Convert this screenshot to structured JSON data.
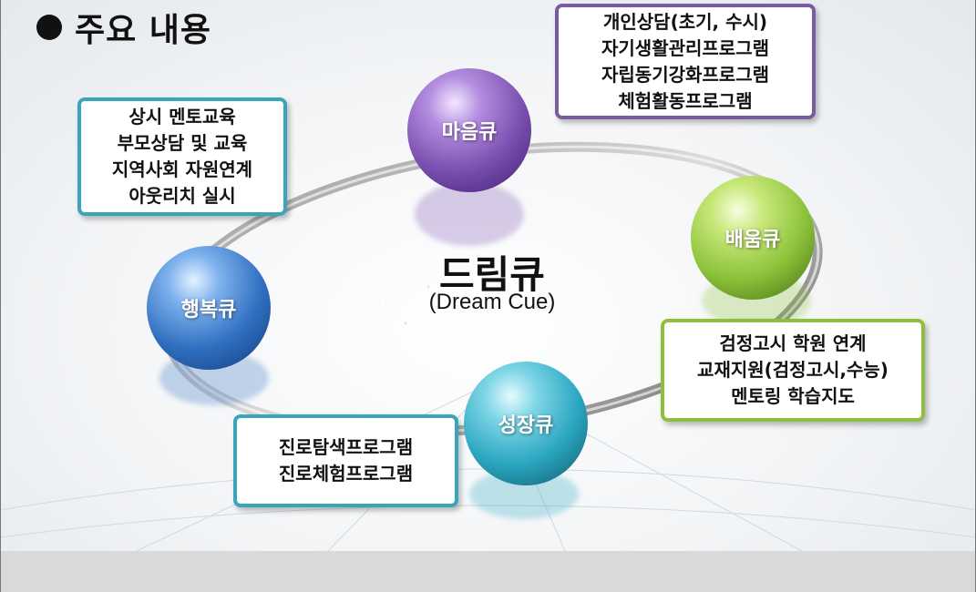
{
  "title": "주요 내용",
  "center": {
    "name": "드림큐",
    "sub": "(Dream Cue)"
  },
  "spheres": {
    "maeum": "마음큐",
    "baeum": "배움큐",
    "haengbok": "행복큐",
    "seongjang": "성장큐"
  },
  "boxes": {
    "top_right": [
      "개인상담(초기, 수시)",
      "자기생활관리프로그램",
      "자립동기강화프로그램",
      "체험활동프로그램"
    ],
    "top_left": [
      "상시 멘토교육",
      "부모상담 및 교육",
      "지역사회 자원연계",
      "아웃리치 실시"
    ],
    "right": [
      "검정고시 학원 연계",
      "교재지원(검정고시,수능)",
      "멘토링 학습지도"
    ],
    "bottom_left": [
      "진로탐색프로그램",
      "진로체험프로그램"
    ]
  },
  "colors": {
    "purple": "#7a5aa0",
    "teal": "#3aa5b8",
    "green": "#8fbf3a",
    "sphere_purple": "#7a4fb0",
    "sphere_green": "#8cc23a",
    "sphere_blue": "#2f6fc0",
    "sphere_teal": "#2aa6c0"
  }
}
